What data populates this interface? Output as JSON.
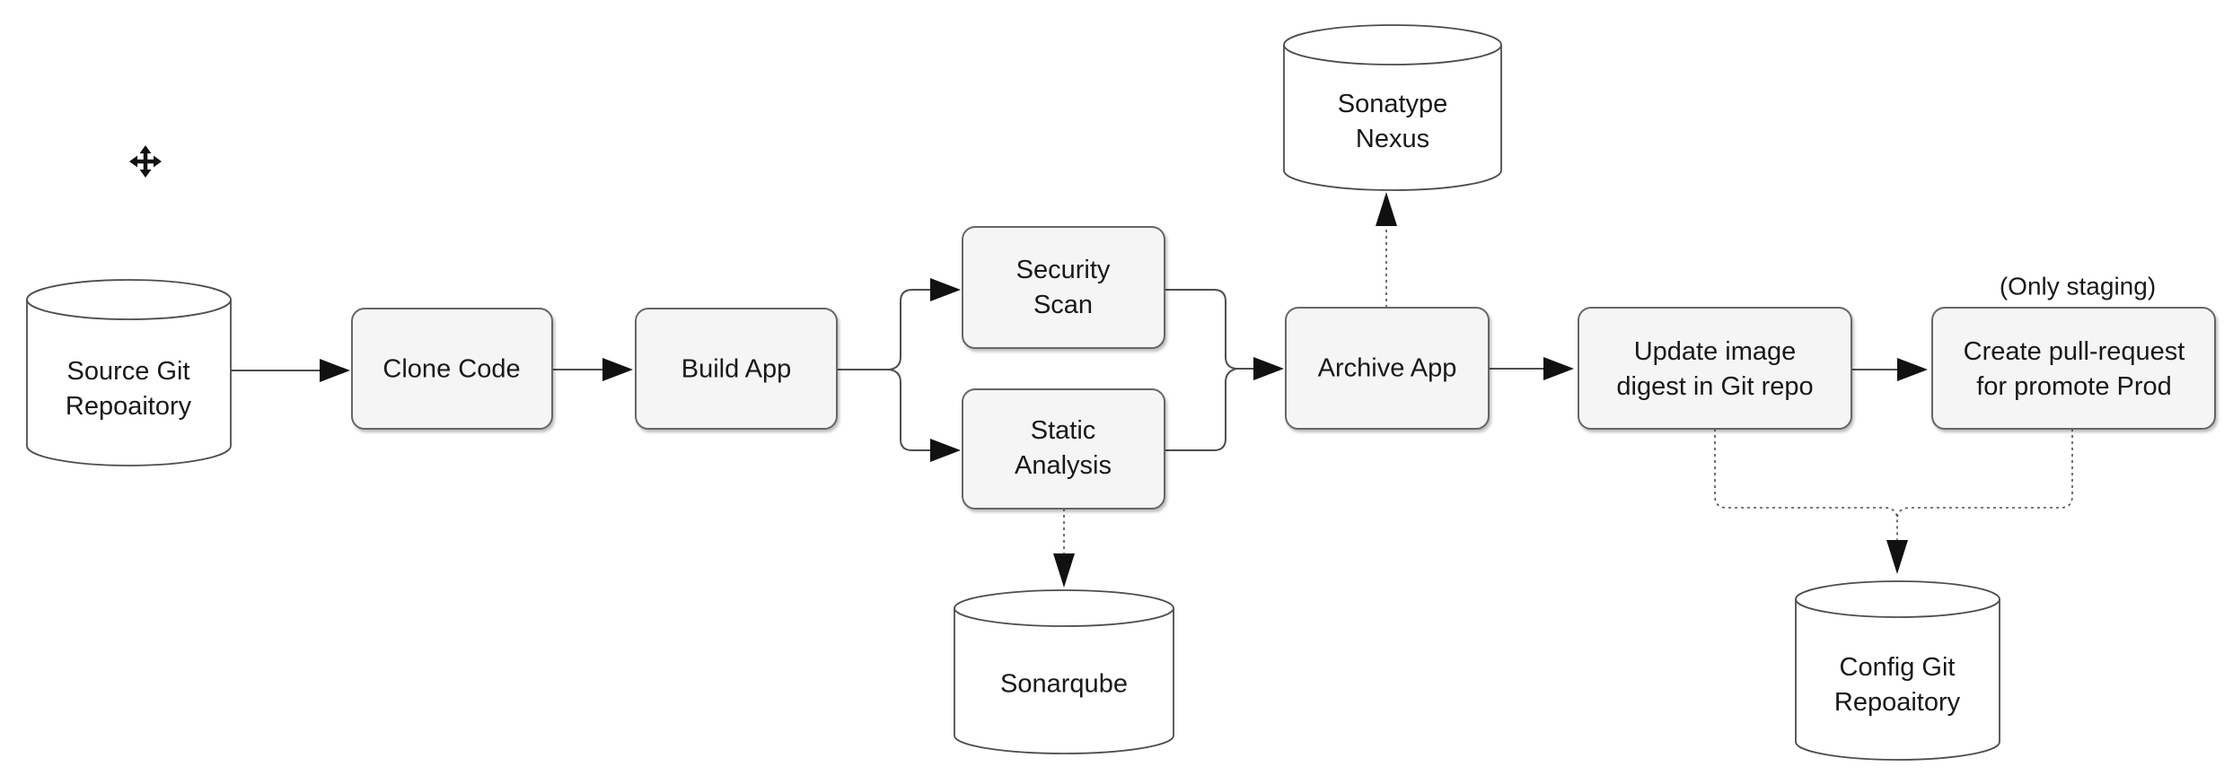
{
  "canvas": {
    "background": "#ffffff"
  },
  "colors": {
    "process_fill": "#f5f5f5",
    "process_border": "#666666",
    "cylinder_fill": "#ffffff",
    "connector": "#4d4d4d",
    "text": "#191919"
  },
  "nodes": {
    "source_git": {
      "shape": "cylinder",
      "lines": [
        "Source Git",
        "Repoaitory"
      ]
    },
    "clone_code": {
      "shape": "process",
      "lines": [
        "Clone Code"
      ]
    },
    "build_app": {
      "shape": "process",
      "lines": [
        "Build App"
      ]
    },
    "security_scan": {
      "shape": "process",
      "lines": [
        "Security",
        "Scan"
      ]
    },
    "static_analysis": {
      "shape": "process",
      "lines": [
        "Static",
        "Analysis"
      ]
    },
    "sonatype_nexus": {
      "shape": "cylinder",
      "lines": [
        "Sonatype",
        "Nexus"
      ]
    },
    "sonarqube": {
      "shape": "cylinder",
      "lines": [
        "Sonarqube"
      ]
    },
    "archive_app": {
      "shape": "process",
      "lines": [
        "Archive App"
      ]
    },
    "update_image_digest": {
      "shape": "process",
      "lines": [
        "Update image",
        "digest in Git repo"
      ]
    },
    "create_pull_request": {
      "shape": "process",
      "lines": [
        "Create pull-request",
        "for promote Prod"
      ]
    },
    "config_git": {
      "shape": "cylinder",
      "lines": [
        "Config Git",
        "Repoaitory"
      ]
    }
  },
  "annotations": {
    "only_staging": "(Only staging)"
  },
  "edges": [
    {
      "from": "source_git",
      "to": "clone_code",
      "style": "solid"
    },
    {
      "from": "clone_code",
      "to": "build_app",
      "style": "solid"
    },
    {
      "from": "build_app",
      "to": "security_scan",
      "style": "solid"
    },
    {
      "from": "build_app",
      "to": "static_analysis",
      "style": "solid"
    },
    {
      "from": "security_scan",
      "to": "archive_app",
      "style": "solid"
    },
    {
      "from": "static_analysis",
      "to": "archive_app",
      "style": "solid"
    },
    {
      "from": "archive_app",
      "to": "sonatype_nexus",
      "style": "dashed"
    },
    {
      "from": "static_analysis",
      "to": "sonarqube",
      "style": "dashed"
    },
    {
      "from": "archive_app",
      "to": "update_image_digest",
      "style": "solid"
    },
    {
      "from": "update_image_digest",
      "to": "create_pull_request",
      "style": "solid"
    },
    {
      "from": "update_image_digest",
      "to": "config_git",
      "style": "dashed"
    },
    {
      "from": "create_pull_request",
      "to": "config_git",
      "style": "dashed"
    }
  ]
}
